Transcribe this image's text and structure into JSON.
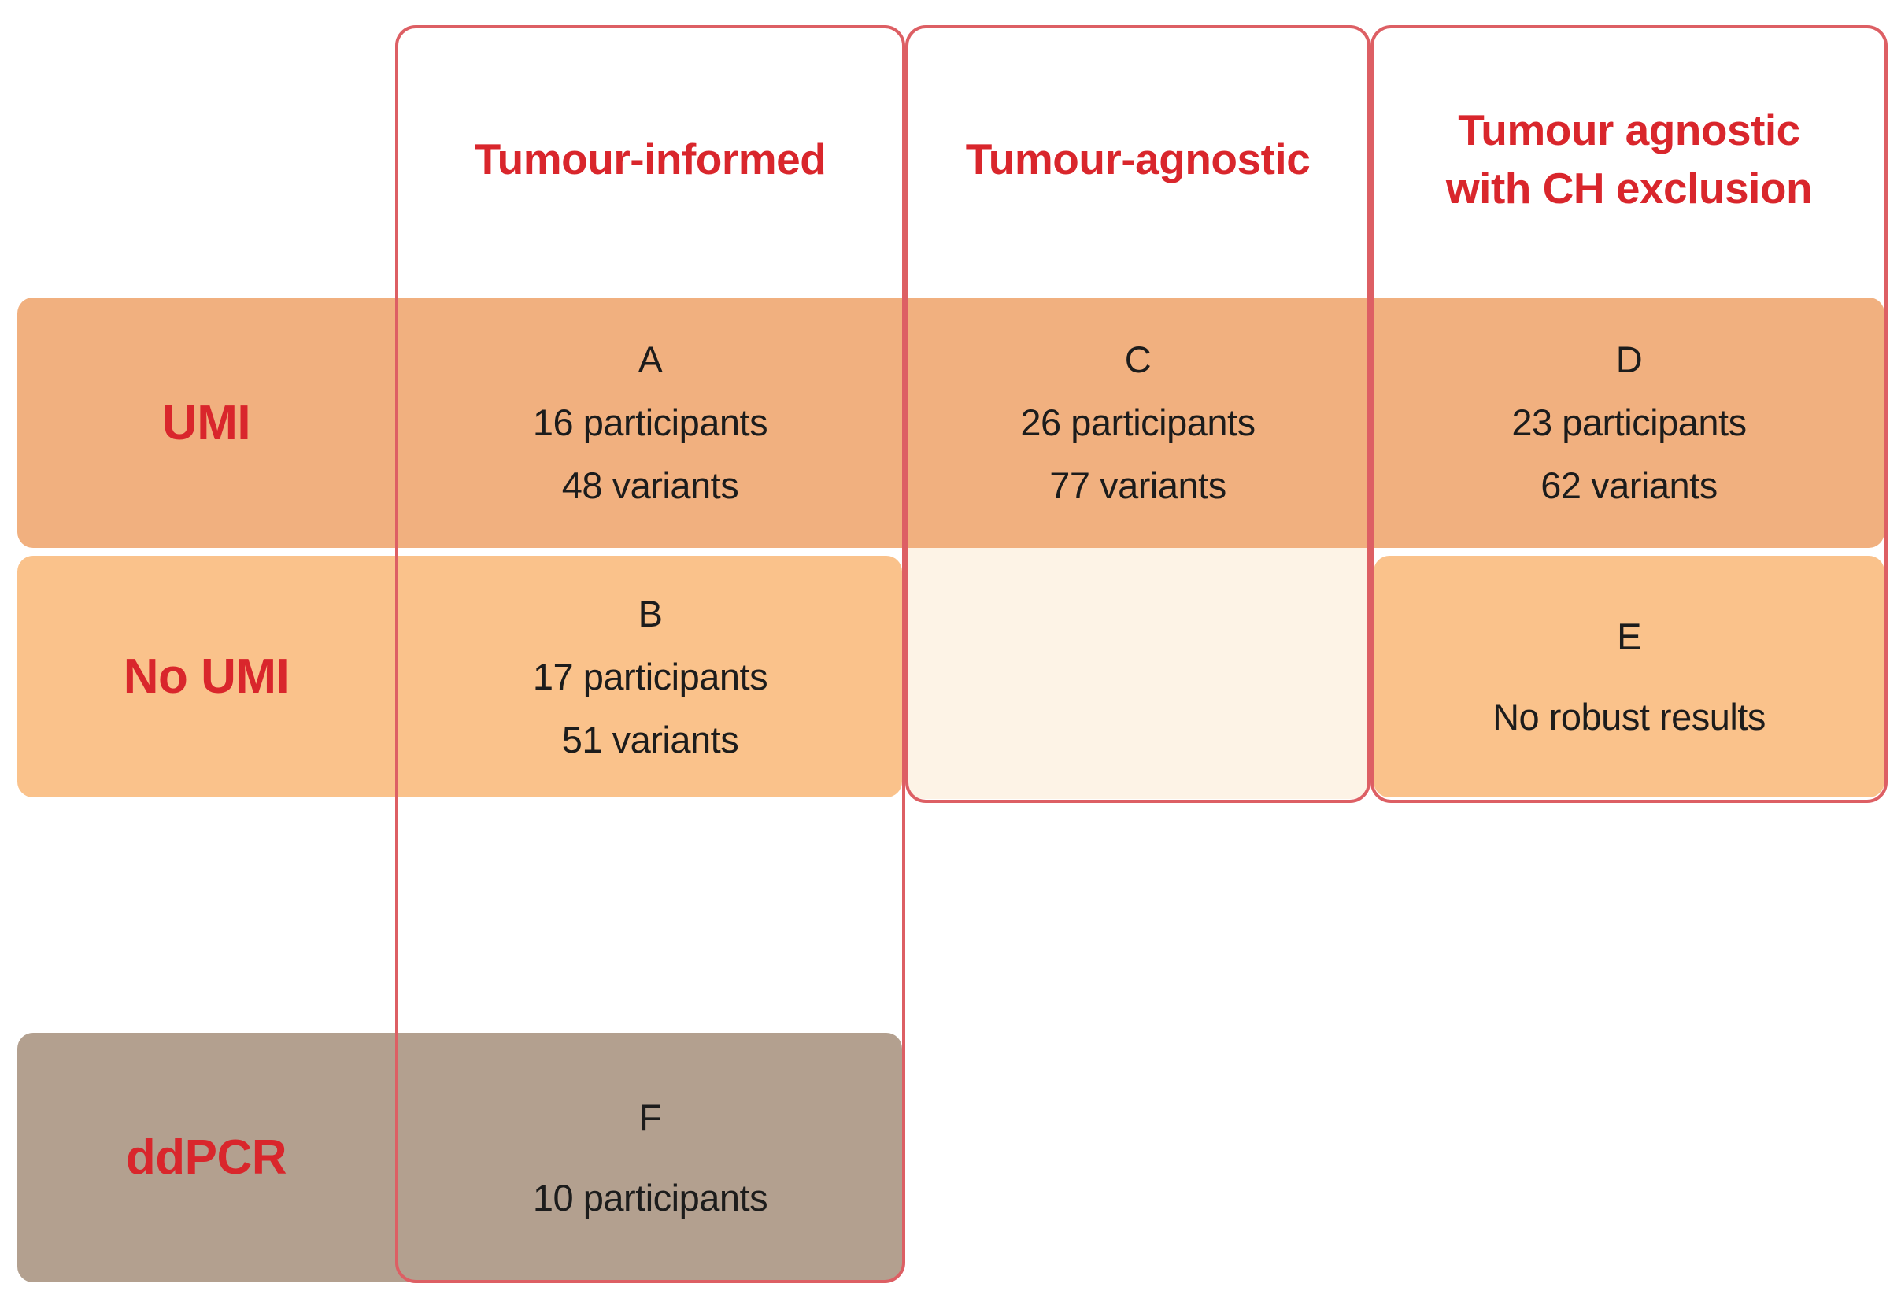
{
  "colors": {
    "background": "#FFFFFF",
    "umi_band": "#F1B07F",
    "no_umi_band": "#FAC28B",
    "cream_cell": "#FDF3E6",
    "ddpcr_band": "#B3A08F",
    "box_border": "#DD5F64",
    "red_text": "#D9262C",
    "dark_text": "#1C1C1C"
  },
  "columns": {
    "informed": {
      "label": "Tumour-informed"
    },
    "agnostic": {
      "label": "Tumour-agnostic"
    },
    "agnostic_ch": {
      "line1": "Tumour agnostic",
      "line2": "with CH exclusion"
    }
  },
  "rows": {
    "umi": {
      "label": "UMI"
    },
    "no_umi": {
      "label": "No UMI"
    },
    "ddpcr": {
      "label": "ddPCR"
    }
  },
  "cells": {
    "A": {
      "letter": "A",
      "line1": "16 participants",
      "line2": "48 variants"
    },
    "B": {
      "letter": "B",
      "line1": "17 participants",
      "line2": "51 variants"
    },
    "C": {
      "letter": "C",
      "line1": "26 participants",
      "line2": "77 variants"
    },
    "D": {
      "letter": "D",
      "line1": "23 participants",
      "line2": "62 variants"
    },
    "E": {
      "letter": "E",
      "line1": "No robust results"
    },
    "F": {
      "letter": "F",
      "line1": "10 participants"
    }
  }
}
